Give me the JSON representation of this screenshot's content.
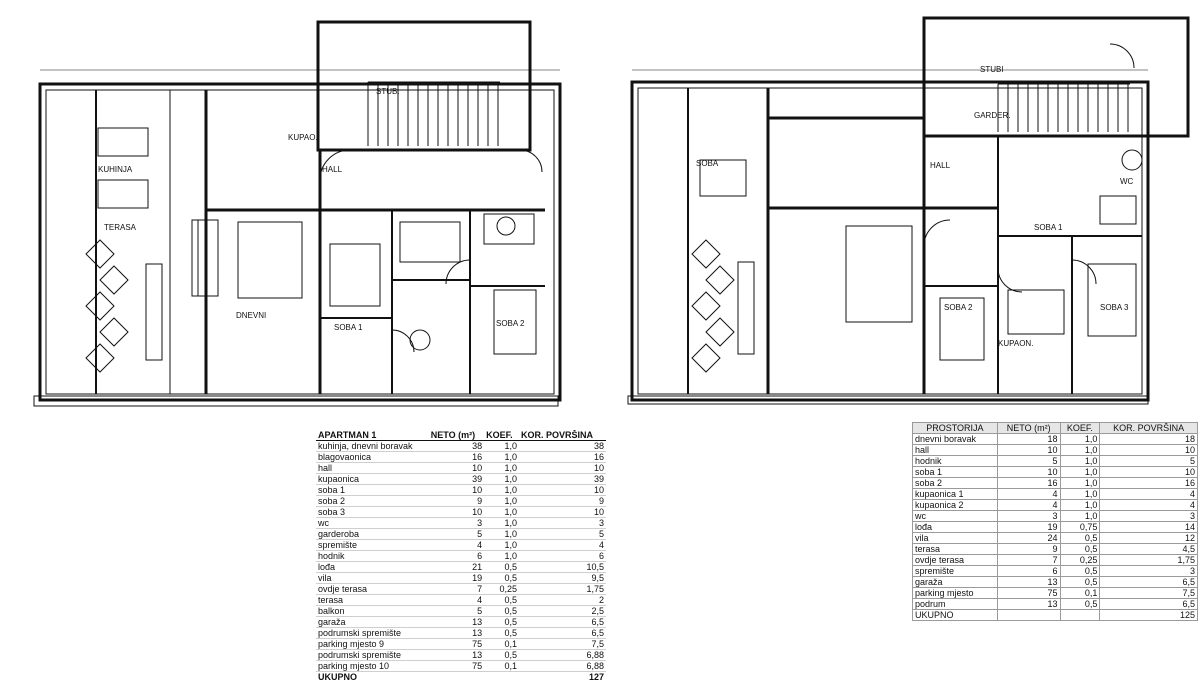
{
  "left_plan": {
    "room_labels": [
      "STUB.",
      "KUPAO.",
      "HALL",
      "DNEVNI",
      "SOBA 1",
      "SOBA 2",
      "KUHINJA",
      "TERASA"
    ]
  },
  "right_plan": {
    "room_labels": [
      "STUBI",
      "GARDER.",
      "SOBA",
      "HALL",
      "WC",
      "SOBA 1",
      "SOBA 2",
      "SOBA 3",
      "KUPAON."
    ]
  },
  "left_table": {
    "header": [
      "APARTMAN 1",
      "NETO (m²)",
      "KOEF.",
      "KOR. POVRŠINA"
    ],
    "rows": [
      [
        "kuhinja, dnevni boravak",
        "38",
        "1,0",
        "38"
      ],
      [
        "blagovaonica",
        "16",
        "1,0",
        "16"
      ],
      [
        "hall",
        "10",
        "1,0",
        "10"
      ],
      [
        "kupaonica",
        "39",
        "1,0",
        "39"
      ],
      [
        "soba 1",
        "10",
        "1,0",
        "10"
      ],
      [
        "soba 2",
        "9",
        "1,0",
        "9"
      ],
      [
        "soba 3",
        "10",
        "1,0",
        "10"
      ],
      [
        "wc",
        "3",
        "1,0",
        "3"
      ],
      [
        "garderoba",
        "5",
        "1,0",
        "5"
      ],
      [
        "spremište",
        "4",
        "1,0",
        "4"
      ],
      [
        "hodnik",
        "6",
        "1,0",
        "6"
      ],
      [
        "lođa",
        "21",
        "0,5",
        "10,5"
      ],
      [
        "vila",
        "19",
        "0,5",
        "9,5"
      ],
      [
        "ovdje terasa",
        "7",
        "0,25",
        "1,75"
      ],
      [
        "terasa",
        "4",
        "0,5",
        "2"
      ],
      [
        "balkon",
        "5",
        "0,5",
        "2,5"
      ],
      [
        "garaža",
        "13",
        "0,5",
        "6,5"
      ],
      [
        "podrumski spremište",
        "13",
        "0,5",
        "6,5"
      ],
      [
        "parking mjesto 9",
        "75",
        "0,1",
        "7,5"
      ],
      [
        "podrumski spremište",
        "13",
        "0,5",
        "6,88"
      ],
      [
        "parking mjesto 10",
        "75",
        "0,1",
        "6,88"
      ]
    ],
    "total_label": "UKUPNO",
    "total_value": "127"
  },
  "right_table": {
    "header": [
      "PROSTORIJA",
      "NETO (m²)",
      "KOEF.",
      "KOR. POVRŠINA"
    ],
    "rows": [
      [
        "dnevni boravak",
        "18",
        "1,0",
        "18"
      ],
      [
        "hall",
        "10",
        "1,0",
        "10"
      ],
      [
        "hodnik",
        "5",
        "1,0",
        "5"
      ],
      [
        "soba 1",
        "10",
        "1,0",
        "10"
      ],
      [
        "soba 2",
        "16",
        "1,0",
        "16"
      ],
      [
        "kupaonica 1",
        "4",
        "1,0",
        "4"
      ],
      [
        "kupaonica 2",
        "4",
        "1,0",
        "4"
      ],
      [
        "wc",
        "3",
        "1,0",
        "3"
      ],
      [
        "lođa",
        "19",
        "0,75",
        "14"
      ],
      [
        "vila",
        "24",
        "0,5",
        "12"
      ],
      [
        "terasa",
        "9",
        "0,5",
        "4,5"
      ],
      [
        "ovdje terasa",
        "7",
        "0,25",
        "1,75"
      ],
      [
        "spremište",
        "6",
        "0,5",
        "3"
      ],
      [
        "garaža",
        "13",
        "0,5",
        "6,5"
      ],
      [
        "parking mjesto",
        "75",
        "0,1",
        "7,5"
      ],
      [
        "podrum",
        "13",
        "0,5",
        "6,5"
      ]
    ],
    "total_label": "UKUPNO",
    "total_value": "125"
  }
}
